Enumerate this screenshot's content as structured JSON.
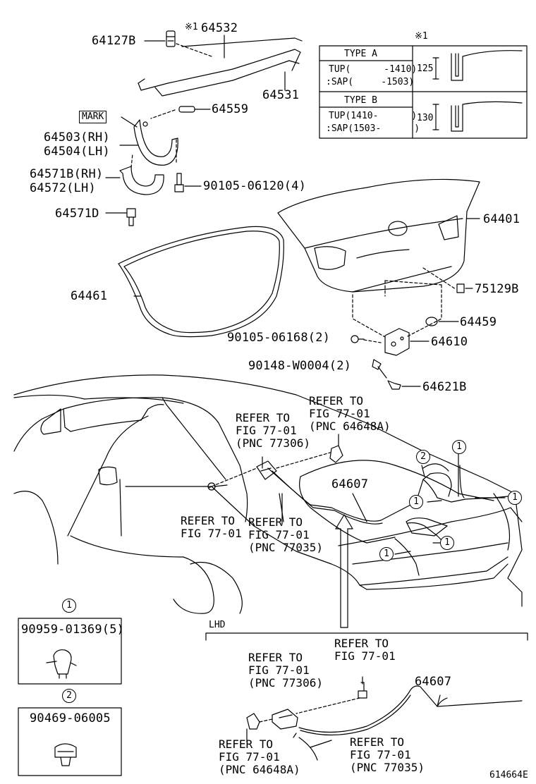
{
  "labels": {
    "p64127B": "64127B",
    "note64532": "※1",
    "p64532": "64532",
    "p64531": "64531",
    "mark": "MARK",
    "p64559": "64559",
    "p64503": "64503(RH)",
    "p64504": "64504(LH)",
    "p64571B": "64571B(RH)",
    "p64572": "64572(LH)",
    "p90105_06120": "90105-06120(4)",
    "p64571D": "64571D",
    "p64401": "64401",
    "p64461": "64461",
    "p75129B": "75129B",
    "p64459": "64459",
    "p90105_06168": "90105-06168(2)",
    "p64610": "64610",
    "p90148": "90148-W0004(2)",
    "p64621B": "64621B",
    "p64607a": "64607",
    "p64607b": "64607",
    "lhd": "LHD",
    "diagram_id": "614664E"
  },
  "refs": {
    "r77306": "REFER TO\nFIG 77-01\n(PNC 77306)",
    "r64648A": "REFER TO\nFIG 77-01\n(PNC 64648A)",
    "r7701": "REFER TO\nFIG 77-01",
    "r77035": "REFER TO\nFIG 77-01\n(PNC 77035)",
    "lhd_r77306": "REFER TO\nFIG 77-01\n(PNC 77306)",
    "lhd_r7701": "REFER TO\nFIG 77-01",
    "lhd_r64648A": "REFER TO\nFIG 77-01\n(PNC 64648A)",
    "lhd_r77035": "REFER TO\nFIG 77-01\n(PNC 77035)"
  },
  "type_table": {
    "note": "※1",
    "type_a": {
      "title": "TYPE  A",
      "row1": "TUP(      -1410)",
      "row2": ":SAP(     -1503)",
      "dim": "125"
    },
    "type_b": {
      "title": "TYPE  B",
      "row1": "TUP(1410-      )",
      "row2": ":SAP(1503-      )",
      "dim": "130"
    }
  },
  "callouts": {
    "c1": "1",
    "c2": "2"
  },
  "legend": {
    "item1": {
      "num": "1",
      "part": "90959-01369(5)"
    },
    "item2": {
      "num": "2",
      "part": "90469-06005"
    }
  }
}
